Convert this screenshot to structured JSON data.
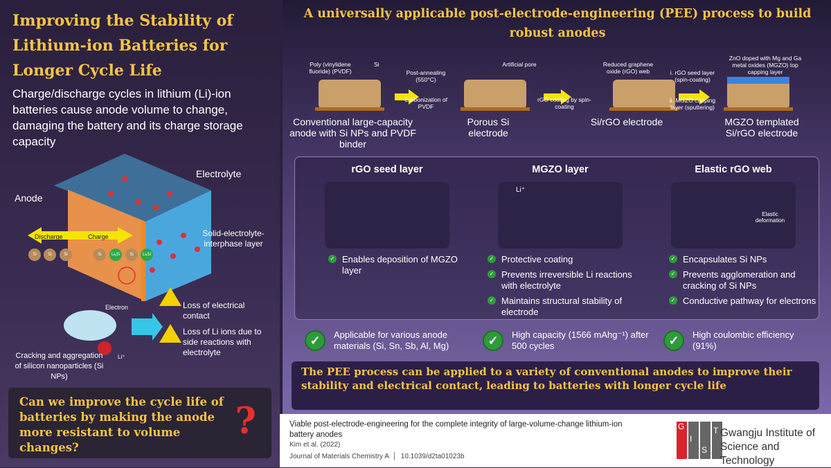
{
  "left": {
    "title": "Improving the Stability of Lithium-ion Batteries for Longer Cycle Life",
    "subtitle": "Charge/discharge cycles in lithium (Li)-ion batteries cause anode volume to change, damaging the battery and its charge storage capacity",
    "diagram": {
      "electrolyte": "Electrolyte",
      "anode": "Anode",
      "discharge": "Discharge",
      "charge": "Charge",
      "sei": "Solid-electrolyte-interphase layer",
      "si": "Si",
      "lisi": "LiₓSi",
      "electron": "Electron",
      "li_ion": "Li⁺",
      "cracking": "Cracking and aggregation of silicon nanoparticles (Si NPs)",
      "loss1": "Loss of electrical contact",
      "loss2": "Loss of Li ions due to side reactions with electrolyte"
    },
    "question": "Can we improve the cycle life of batteries by making the anode more resistant to volume changes?",
    "question_mark": "?"
  },
  "right": {
    "title": "A universally applicable post-electrode-engineering (PEE) process to build robust anodes",
    "process": {
      "pvdf": "Poly (vinylidene fluoride) (PVDF)",
      "si": "Si",
      "step1_top": "Post-annealing (550°C)",
      "step1_bottom": "Carbonization of PVDF",
      "pore": "Artificial pore",
      "step2": "rGO coating by spin-coating",
      "rgo_web": "Reduced graphene oxide (rGO) web",
      "step3_top": "i. rGO seed layer (spin-coating)",
      "step3_bottom": "ii. MGZO capping layer (sputtering)",
      "mgzo": "ZnO doped with Mg and Ga metal oxides (MGZO) top capping layer",
      "stages": [
        "Conventional large-capacity anode with Si NPs and PVDF binder",
        "Porous Si electrode",
        "Si/rGO electrode",
        "MGZO templated Si/rGO electrode"
      ]
    },
    "columns": [
      {
        "title": "rGO seed layer",
        "bullets": [
          "Enables deposition of MGZO layer"
        ]
      },
      {
        "title": "MGZO layer",
        "img_label": "Li⁺",
        "bullets": [
          "Protective coating",
          "Prevents irreversible Li reactions with electrolyte",
          "Maintains structural stability of electrode"
        ]
      },
      {
        "title": "Elastic rGO web",
        "img_label": "Elastic deformation",
        "bullets": [
          "Encapsulates Si NPs",
          "Prevents agglomeration and cracking of Si NPs",
          "Conductive pathway for electrons"
        ]
      }
    ],
    "features": [
      "Applicable for various anode materials (Si, Sn, Sb, Al, Mg)",
      "High capacity (1566 mAhg⁻¹) after 500 cycles",
      "High coulombic efficiency (91%)"
    ],
    "banner": "The PEE process can be applied to a variety of conventional anodes to improve their stability and electrical contact, leading to batteries with longer cycle life"
  },
  "footer": {
    "paper_title": "Viable post-electrode-engineering for the complete integrity of large-volume-change lithium-ion battery anodes",
    "authors": "Kim et al. (2022)",
    "journal": "Journal of Materials Chemistry A",
    "doi": "10.1039/d2ta01023b",
    "logo_letters": [
      "G",
      "I",
      "S",
      "T"
    ],
    "institution": "Gwangju Institute of Science and Technology"
  },
  "colors": {
    "accent": "#f5c543",
    "check": "#2f9a3b",
    "alert": "#e53030"
  }
}
